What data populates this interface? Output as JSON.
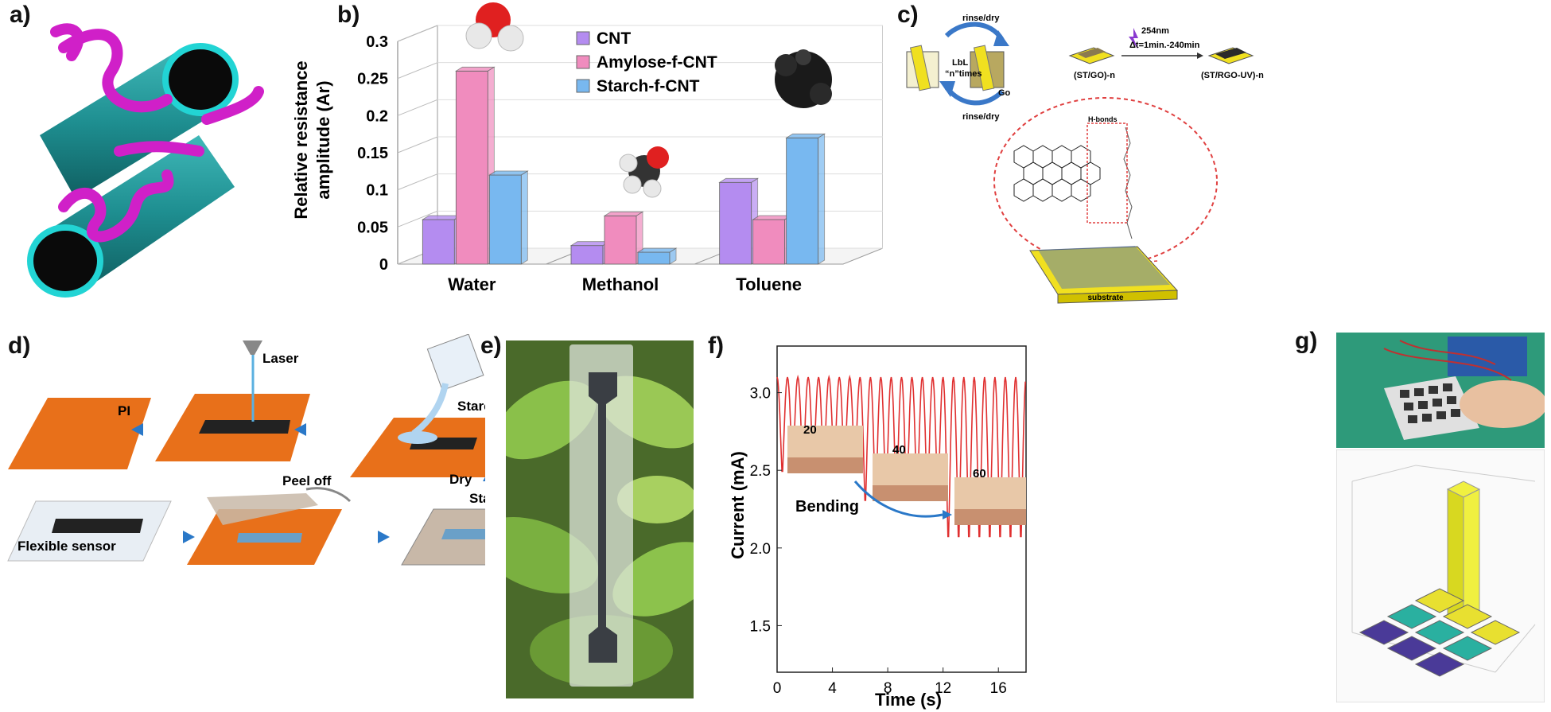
{
  "panels": {
    "a": {
      "label": "a)"
    },
    "b": {
      "label": "b)"
    },
    "c": {
      "label": "c)"
    },
    "d": {
      "label": "d)"
    },
    "e": {
      "label": "e)"
    },
    "f": {
      "label": "f)"
    },
    "g": {
      "label": "g)"
    }
  },
  "panel_c": {
    "rinse_dry_top": "rinse/dry",
    "lbl_line1": "LbL",
    "lbl_line2": "“n”times",
    "go": "Go",
    "rinse_dry_bottom": "rinse/dry",
    "uv_wavelength": "254nm",
    "uv_time": "Δt=1min.-240min",
    "st_go": "(ST/GO)-n",
    "st_rgo": "(ST/RGO-UV)-n",
    "hbonds": "H-bonds",
    "substrate": "substrate"
  },
  "panel_d": {
    "pi": "PI",
    "laser": "Laser",
    "starch_solution": "Starch solution",
    "peel_off": "Peel off",
    "dry": "Dry",
    "starch_film": "Starch film",
    "flexible_sensor": "Flexible sensor"
  },
  "panel_f": {
    "angle_20": "20",
    "angle_40": "40",
    "angle_60": "60",
    "bending": "Bending"
  },
  "chart_data": [
    {
      "type": "bar",
      "title": "",
      "ylabel_line1": "Relative resistance",
      "ylabel_line2": "amplitude (Ar)",
      "categories": [
        "Water",
        "Methanol",
        "Toluene"
      ],
      "series": [
        {
          "name": "CNT",
          "values": [
            0.06,
            0.025,
            0.11
          ],
          "color": "#b48cf0"
        },
        {
          "name": "Amylose-f-CNT",
          "values": [
            0.26,
            0.065,
            0.06
          ],
          "color": "#f08cbe"
        },
        {
          "name": "Starch-f-CNT",
          "values": [
            0.12,
            0.016,
            0.17
          ],
          "color": "#78b8f0"
        }
      ],
      "yticks": [
        "0",
        "0.05",
        "0.1",
        "0.15",
        "0.2",
        "0.25",
        "0.3"
      ],
      "ylim": [
        0,
        0.3
      ],
      "legend": "top-center"
    },
    {
      "type": "line",
      "xlabel": "Time (s)",
      "ylabel": "Current (mA)",
      "xticks": [
        "0",
        "4",
        "8",
        "12",
        "16"
      ],
      "yticks": [
        "1.5",
        "2.0",
        "2.5",
        "3.0"
      ],
      "xlim": [
        0,
        18
      ],
      "ylim": [
        1.2,
        3.3
      ],
      "series": [
        {
          "segment": "0-6 s",
          "peak": 3.1,
          "trough": 2.45,
          "period": 0.75
        },
        {
          "segment": "6-12 s",
          "peak": 3.1,
          "trough": 2.25,
          "period": 0.75
        },
        {
          "segment": "12-18 s",
          "peak": 3.1,
          "trough": 2.0,
          "period": 0.75
        }
      ],
      "color": "#e03030"
    }
  ]
}
